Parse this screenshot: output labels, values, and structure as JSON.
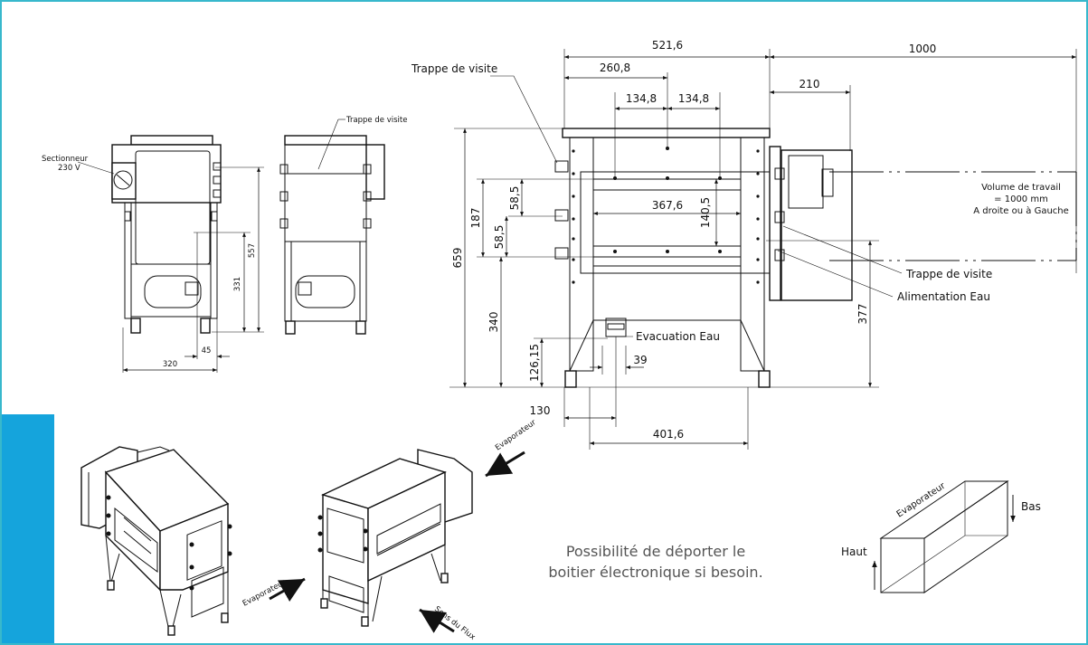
{
  "diagram": {
    "top_dimensions": {
      "overall_width": "521,6",
      "half_width": "260,8",
      "hole_spacing_left": "134,8",
      "hole_spacing_right": "134,8",
      "work_volume_length": "1000",
      "offset_right": "210"
    },
    "front_view": {
      "inner_width": "367,6",
      "inner_height": "140,5",
      "height_total": "659",
      "height_187": "187",
      "height_58_5_a": "58,5",
      "height_58_5_b": "58,5",
      "height_340": "340",
      "height_126_15": "126,15",
      "height_377": "377",
      "drain_width": "39",
      "bottom_offset": "130",
      "bottom_width": "401,6"
    },
    "side_view": {
      "height_557": "557",
      "height_331": "331",
      "depth_45": "45",
      "width_320": "320"
    },
    "labels": {
      "inspection_hatch_top": "Trappe de visite",
      "inspection_hatch_side": "Trappe de visite",
      "inspection_hatch_right": "Trappe de visite",
      "water_supply": "Alimentation Eau",
      "water_drain": "Evacuation Eau",
      "disconnector_line1": "Sectionneur",
      "disconnector_line2": "230 V",
      "work_volume_line1": "Volume de travail",
      "work_volume_line2": "= 1000 mm",
      "work_volume_line3": "A droite ou à Gauche",
      "evaporator_1": "Evaporateur",
      "evaporator_2": "Evaporateur",
      "evaporator_3": "Evaporateur",
      "flow_direction": "Sens du Flux",
      "bottom": "Bas",
      "top": "Haut"
    },
    "caption_line1": "Possibilité de déporter le",
    "caption_line2": "boitier électronique si besoin."
  }
}
